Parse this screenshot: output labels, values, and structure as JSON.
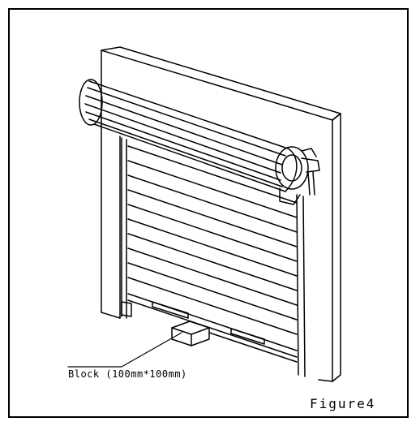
{
  "figure": {
    "callout_label": "Block (100mm*100mm)",
    "caption": "Figure4"
  },
  "illustration": {
    "subject": "roller-shutter-door-installation",
    "line_color": "#000000",
    "background_color": "#ffffff"
  }
}
